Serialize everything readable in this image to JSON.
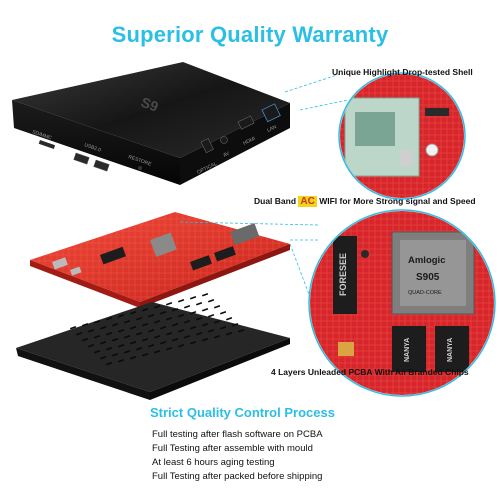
{
  "title": "Superior Quality Warranty",
  "callouts": {
    "shell": "Unique Highlight Drop-tested Shell",
    "wifi_pre": "Dual Band",
    "wifi_badge": "AC",
    "wifi_post": "WIFI for More Strong signal and Speed",
    "pcba": "4 Layers Unleaded PCBA With All Branded Chips"
  },
  "box_labels": {
    "sd": "SD/MMC",
    "usb": "USB2.0",
    "restore": "RESTORE",
    "optical": "OPTICAL",
    "av": "AV",
    "hdmi": "HDMI",
    "lan": "LAN",
    "top_logo": "S9"
  },
  "chip_labels": {
    "brand": "Amlogic",
    "model": "S905",
    "core": "QUAD-CORE",
    "foresee": "FORESEE",
    "nanya1": "NANYA",
    "nanya2": "NANYA"
  },
  "quality_control": {
    "heading": "Strict Quality Control Process",
    "items": [
      "Full testing after flash software on PCBA",
      "Full Testing after assemble with mould",
      "At least 6 hours aging testing",
      "Full Testing after packed before shipping"
    ]
  },
  "colors": {
    "accent": "#2bbfe5",
    "pcb_red": "#e0352b",
    "device_black": "#161616"
  }
}
